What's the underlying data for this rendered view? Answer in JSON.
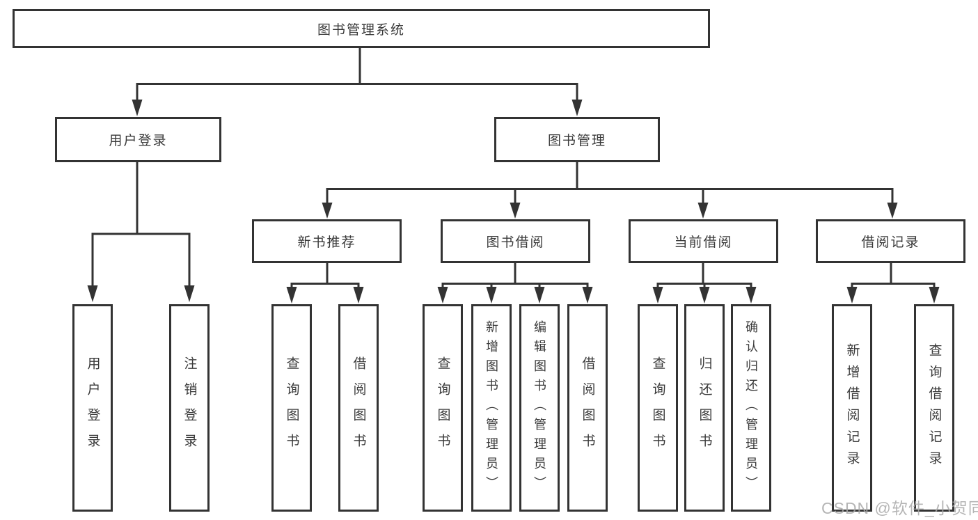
{
  "tree": {
    "root": {
      "label": "图书管理系统"
    },
    "level2": [
      {
        "id": "user-login",
        "label": "用户登录"
      },
      {
        "id": "book-management",
        "label": "图书管理"
      }
    ],
    "level3": [
      {
        "id": "new-book-recommend",
        "label": "新书推荐",
        "parent": "图书管理"
      },
      {
        "id": "book-borrowing",
        "label": "图书借阅",
        "parent": "图书管理"
      },
      {
        "id": "current-borrowing",
        "label": "当前借阅",
        "parent": "图书管理"
      },
      {
        "id": "borrowing-records",
        "label": "借阅记录",
        "parent": "图书管理"
      }
    ],
    "leaves": [
      {
        "id": "user-login-action",
        "label": "用户登录",
        "parent": "用户登录"
      },
      {
        "id": "logout-action",
        "label": "注销登录",
        "parent": "用户登录"
      },
      {
        "id": "query-books-recommend",
        "label": "查询图书",
        "parent": "新书推荐"
      },
      {
        "id": "borrow-books-recommend",
        "label": "借阅图书",
        "parent": "新书推荐"
      },
      {
        "id": "query-books-borrowing",
        "label": "查询图书",
        "parent": "图书借阅"
      },
      {
        "id": "add-books-admin",
        "label": "新增图书（管理员）",
        "parent": "图书借阅"
      },
      {
        "id": "edit-books-admin",
        "label": "编辑图书（管理员）",
        "parent": "图书借阅"
      },
      {
        "id": "borrow-books-borrowing",
        "label": "借阅图书",
        "parent": "图书借阅"
      },
      {
        "id": "query-books-current",
        "label": "查询图书",
        "parent": "当前借阅"
      },
      {
        "id": "return-books",
        "label": "归还图书",
        "parent": "当前借阅"
      },
      {
        "id": "confirm-return-admin",
        "label": "确认归还（管理员）",
        "parent": "当前借阅"
      },
      {
        "id": "add-borrow-record",
        "label": "新增借阅记录",
        "parent": "借阅记录"
      },
      {
        "id": "query-borrow-record",
        "label": "查询借阅记录",
        "parent": "借阅记录"
      }
    ]
  },
  "watermark": {
    "text": "CSDN @软件_小贺同学"
  },
  "colors": {
    "line": "#333333",
    "box_border": "#333333",
    "box_background": "#ffffff",
    "text": "#3a3a3a",
    "watermark": "#a8a8a8",
    "page_background": "#ffffff"
  }
}
